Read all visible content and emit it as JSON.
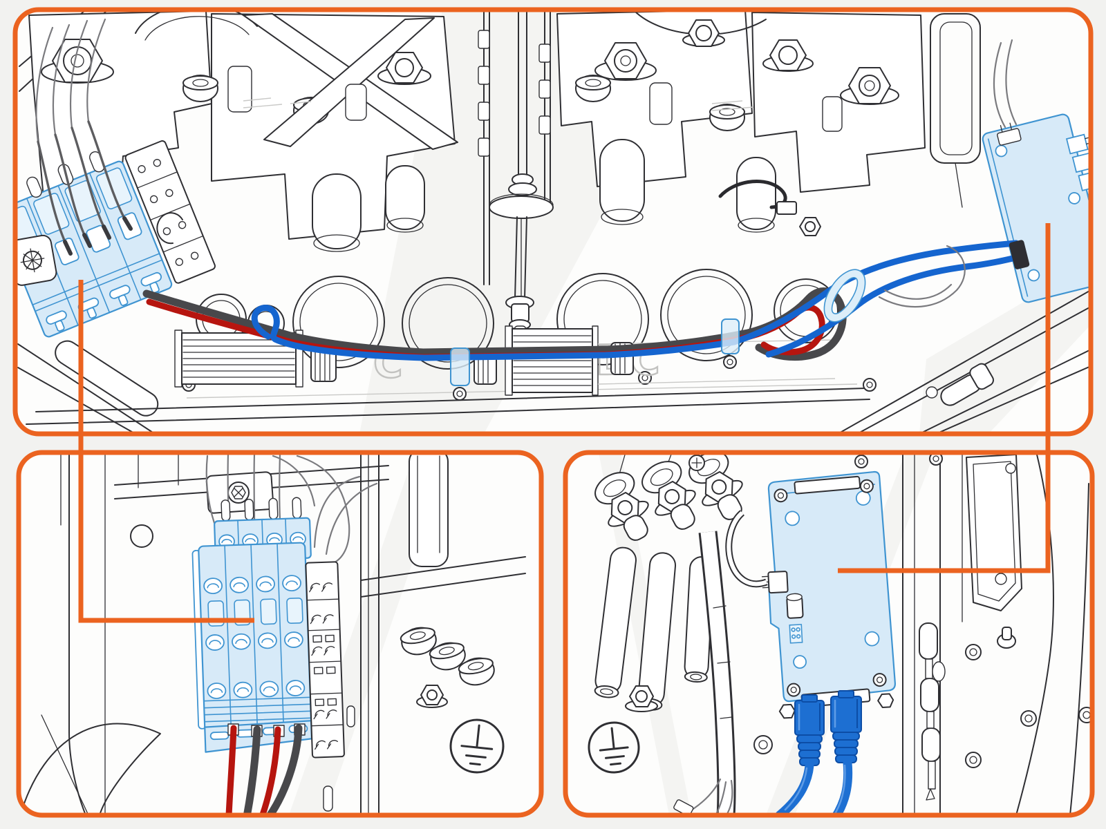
{
  "figure": {
    "kind": "installation-diagram",
    "colors": {
      "background": "#F2F2F0",
      "panel_fill": "#FDFDFC",
      "accent": "#EB6320",
      "line": "#2F2F33",
      "line_faint": "#C9C9C7",
      "highlight_fill": "#D7EAF8",
      "highlight_fill_soft": "#E8F4FC",
      "highlight_stroke": "#3F94D1",
      "clamp_fill": "#DCEEF9",
      "wire_red": "#B6150F",
      "wire_dark": "#48484B",
      "wire_blue": "#1565CF",
      "ethernet_blue": "#1D6FD2",
      "ethernet_blue_dark": "#0C4DA6",
      "ethernet_blue_light": "#5E9CE6",
      "emboss": "#C2C2C0"
    },
    "panels": {
      "overview": {
        "name": "enclosure-interior-overview",
        "embossed_left": "C",
        "embossed_right": "DC"
      },
      "terminal_detail": {
        "name": "supply-terminal-block-close-up"
      },
      "board_detail": {
        "name": "communication-board-close-up"
      }
    }
  }
}
